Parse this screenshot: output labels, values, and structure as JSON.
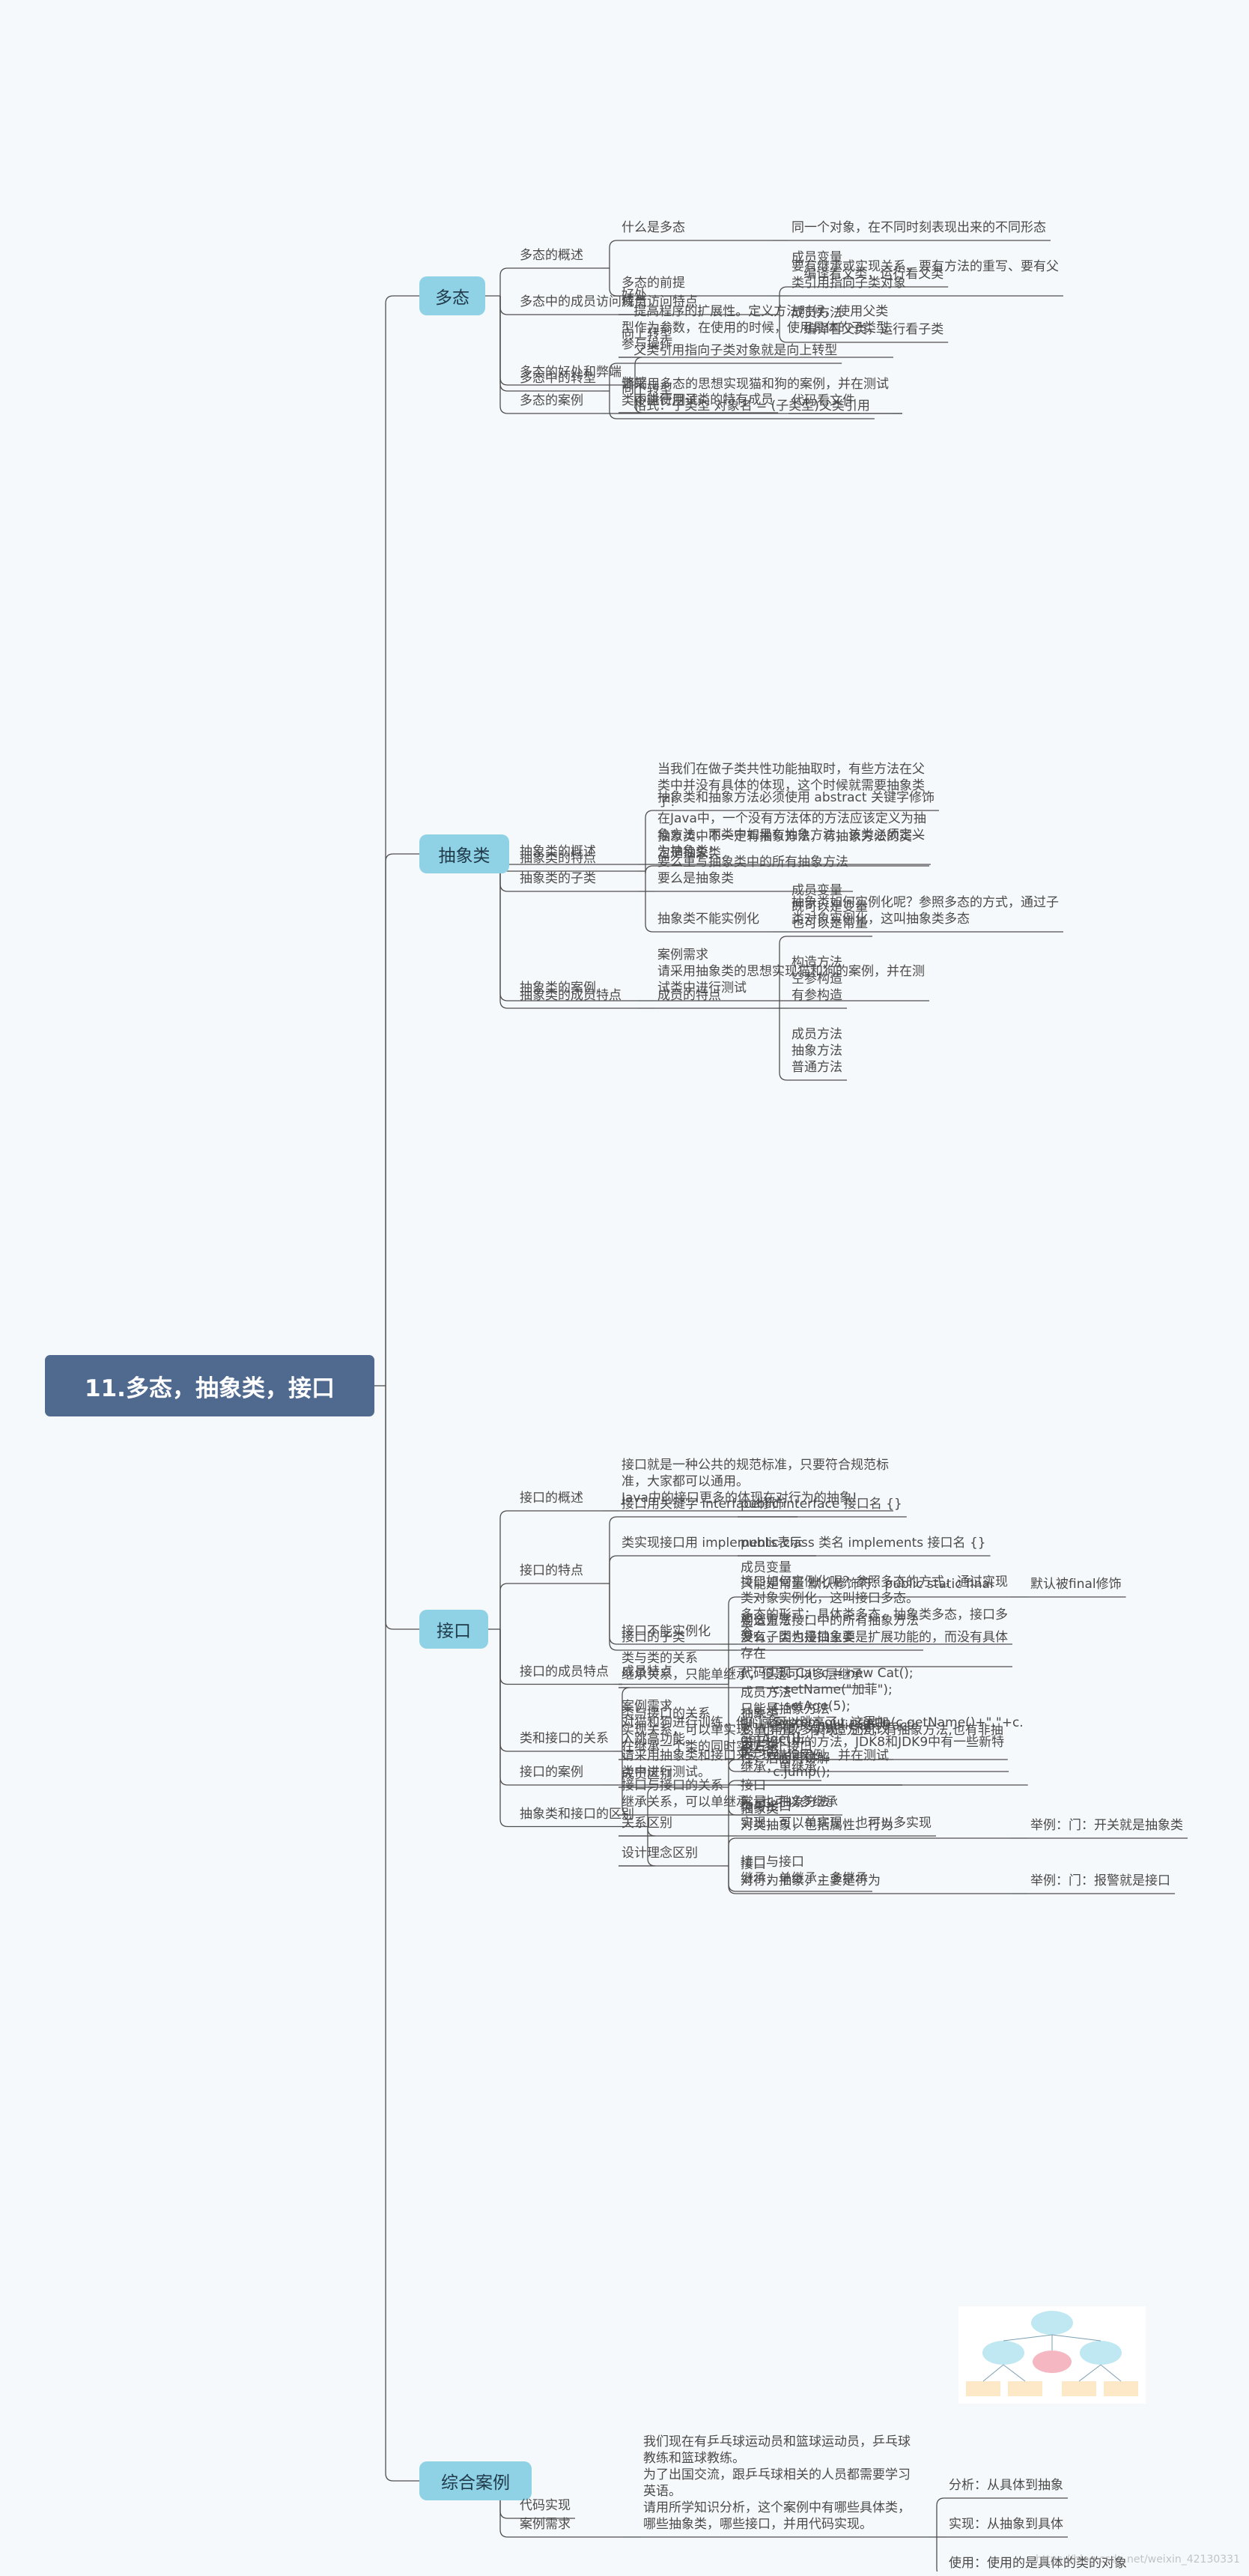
{
  "root": "11.多态，抽象类，接口",
  "watermark": "https://blog.csdn.net/weixin_42130331",
  "colors": {
    "root_bg": "#506a8f",
    "branch_bg": "#8fd2e6",
    "line": "#4f4f4f",
    "text": "#4a4a4a"
  },
  "branches": [
    {
      "label": "多态",
      "children": [
        {
          "t": "多态的概述",
          "c": [
            {
              "t": "什么是多态",
              "c": [
                {
                  "t": "同一个对象，在不同时刻表现出来的不同形态"
                }
              ]
            },
            {
              "t": "多态的前提",
              "c": [
                {
                  "t": "要有继承或实现关系、要有方法的重写、要有父\n类引用指向子类对象"
                }
              ]
            }
          ]
        },
        {
          "t": "多态中的成员访问特点",
          "c": [
            {
              "t": "成员访问特点",
              "c": [
                {
                  "t": "成员变量\n   编译看父类，运行看父类"
                },
                {
                  "t": "成员方法\n   编译看父类，运行看子类"
                }
              ]
            }
          ]
        },
        {
          "t": "多态的好处和弊端",
          "c": [
            {
              "t": "好处\n   提高程序的扩展性。定义方法时候，使用父类\n型作为参数，在使用的时候，使用具体的子类型\n参与操作"
            },
            {
              "t": "弊端\n   不能使用子类的特有成员"
            }
          ]
        },
        {
          "t": "多态中的转型",
          "c": [
            {
              "t": "向上转型\n   父类引用指向子类对象就是向上转型"
            },
            {
              "t": "向下转型\n   格式：子类型 对象名 = (子类型)父类引用"
            }
          ]
        },
        {
          "t": "多态的案例",
          "c": [
            {
              "t": "请采用多态的思想实现猫和狗的案例，并在测试\n类中进行测试",
              "c": [
                {
                  "t": "代码看文件"
                }
              ]
            }
          ]
        }
      ]
    },
    {
      "label": "抽象类",
      "children": [
        {
          "t": "抽象类的概述",
          "c": [
            {
              "t": "当我们在做子类共性功能抽取时，有些方法在父\n类中并没有具体的体现，这个时候就需要抽象类\n了!\n在Java中，一个没有方法体的方法应该定义为抽\n象方法，而类中如果有抽象方法，该类必须定义\n为抽象类!"
            }
          ]
        },
        {
          "t": "抽象类的特点",
          "c": [
            {
              "t": "抽象类和抽象方法必须使用 abstract 关键字修饰"
            },
            {
              "t": "抽象类中不一定有抽象方法，有抽象方法的类一\n定是抽象类"
            },
            {
              "t": "抽象类不能实例化",
              "c": [
                {
                  "t": "抽象类如何实例化呢？参照多态的方式，通过子\n类对象实例化，这叫抽象类多态"
                }
              ]
            }
          ]
        },
        {
          "t": "抽象类的子类",
          "c": [
            {
              "t": "要么重写抽象类中的所有抽象方法\n要么是抽象类"
            }
          ]
        },
        {
          "t": "抽象类的成员特点",
          "c": [
            {
              "t": "成员的特点",
              "c": [
                {
                  "t": "成员变量\n既可以是变量\n也可以是常量"
                },
                {
                  "t": "构造方法\n空参构造\n有参构造"
                },
                {
                  "t": "成员方法\n抽象方法\n普通方法"
                }
              ]
            }
          ]
        },
        {
          "t": "抽象类的案例",
          "c": [
            {
              "t": "案例需求\n请采用抽象类的思想实现猫和狗的案例，并在测\n试类中进行测试"
            }
          ]
        }
      ]
    },
    {
      "label": "接口",
      "children": [
        {
          "t": "接口的概述",
          "c": [
            {
              "t": "接口就是一种公共的规范标准，只要符合规范标\n准，大家都可以通用。\nJava中的接口更多的体现在对行为的抽象!"
            }
          ]
        },
        {
          "t": "接口的特点",
          "c": [
            {
              "t": "接口用关键字 interface修饰",
              "c": [
                {
                  "t": "public interface 接口名 {}"
                }
              ]
            },
            {
              "t": "类实现接口用 implements表示",
              "c": [
                {
                  "t": "public class 类名 implements 接口名 {}"
                }
              ]
            },
            {
              "t": "接口不能实例化",
              "c": [
                {
                  "t": "接口如何实例化呢？参照多态的方式，通过实现\n类对象实例化，这叫接口多态。\n多态的形式：具体类多态，抽象类多态，接口多\n态。"
                }
              ]
            },
            {
              "t": "接口的子类",
              "c": [
                {
                  "t": "要么重写接口中的所有抽象方法\n要么子类也是抽象类"
                }
              ]
            }
          ]
        },
        {
          "t": "接口的成员特点",
          "c": [
            {
              "t": "成员特点",
              "c": [
                {
                  "t": "成员变量\n只能是常量 默认修饰符：public static final",
                  "c": [
                    {
                      "t": "默认被final修饰"
                    }
                  ]
                },
                {
                  "t": "构造方法\n没有，因为接口主要是扩展功能的，而没有具体\n存在"
                },
                {
                  "t": "成员方法\n只能是抽象方法\n默认修饰符：public abstract\n关于接口中的方法，JDK8和JDK9中有一些新特\n性，后面再讲解"
                }
              ]
            }
          ]
        },
        {
          "t": "接口的案例",
          "c": [
            {
              "t": "案例需求\n对猫和狗进行训练，他们就可以跳高了，这里加\n入跳高功能。\n请采用抽象类和接口来实现猫狗案例，并在测试\n类中进行测试。",
              "c": [
                {
                  "t": "代码实现 Cat c = new Cat();\n        c.setName(\"加菲\");\n        c.setAge(5);\n        System.out.println(c.getName()+\",\"+c.\ngetAge());\n        c.eat();\n        c.jump();"
                }
              ]
            }
          ]
        },
        {
          "t": "类和接口的关系",
          "c": [
            {
              "t": "类与类的关系\n继承关系，只能单继承，但是可以多层继承"
            },
            {
              "t": "类与接口的关系\n实现关系，可以单实现，也可以多实现，还可以\n在继承一个类的同时实现多个接口"
            },
            {
              "t": "接口与接口的关系\n继承关系，可以单继承，也可以多继承"
            }
          ]
        },
        {
          "t": "抽象类和接口的区别",
          "c": [
            {
              "t": "成员区别",
              "c": [
                {
                  "t": "抽象类\n变量,常量；有构造方法；有抽象方法,也有非抽\n象方法"
                },
                {
                  "t": "接口\n常量；抽象方法"
                }
              ]
            },
            {
              "t": "关系区别",
              "c": [
                {
                  "t": "类与类\n继承，单继承"
                },
                {
                  "t": "类与接口\n实现，可以单实现，也可以多实现"
                },
                {
                  "t": "接口与接口\n继承，单继承，多继承"
                }
              ]
            },
            {
              "t": "设计理念区别",
              "c": [
                {
                  "t": "抽象类\n对类抽象，包括属性、行为",
                  "c": [
                    {
                      "t": "举例：门：开关就是抽象类"
                    }
                  ]
                },
                {
                  "t": "接口\n对行为抽象，主要是行为",
                  "c": [
                    {
                      "t": "举例：门：报警就是接口"
                    }
                  ]
                }
              ]
            }
          ]
        }
      ]
    },
    {
      "label": "综合案例",
      "children": [
        {
          "t": "案例需求",
          "c": [
            {
              "t": "我们现在有乒乓球运动员和篮球运动员，乒乓球\n教练和篮球教练。\n为了出国交流，跟乒乓球相关的人员都需要学习\n英语。\n请用所学知识分析，这个案例中有哪些具体类，\n哪些抽象类，哪些接口，并用代码实现。",
              "thumb": true,
              "c": [
                {
                  "t": "分析：从具体到抽象"
                },
                {
                  "t": "实现：从抽象到具体"
                },
                {
                  "t": "使用：使用的是具体的类的对象"
                }
              ]
            }
          ]
        },
        {
          "t": "代码实现"
        }
      ]
    }
  ]
}
